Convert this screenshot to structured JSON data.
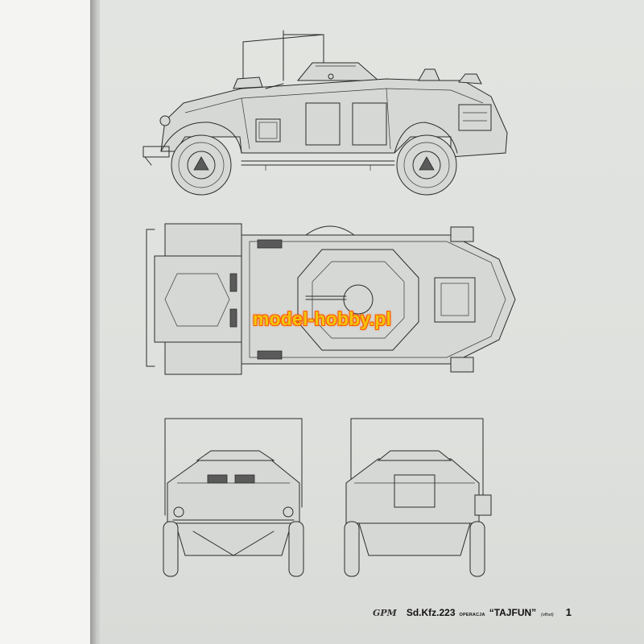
{
  "watermark": "model-hobby.pl",
  "footer": {
    "brand": "GPM",
    "model": "Sd.Kfz.223",
    "operation_label": "OPERACJA",
    "operation_name": "“TAJFUN”",
    "print_note": "(offset)",
    "page_number": "1"
  },
  "views": [
    "side-view",
    "top-view",
    "front-view",
    "rear-view"
  ],
  "colors": {
    "paper": "#dfe1de",
    "line": "#2b2b2b",
    "watermark_fill": "#f1c40f",
    "watermark_outline": "#ff5a00"
  }
}
